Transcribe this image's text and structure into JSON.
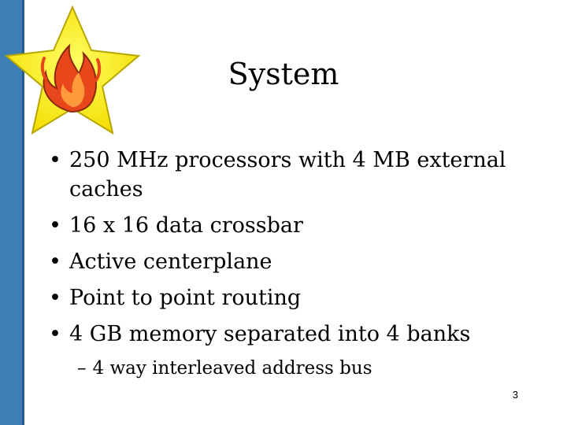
{
  "slide": {
    "title": "System",
    "bullets": [
      "250 MHz processors with 4 MB external caches",
      "16 x 16 data crossbar",
      "Active centerplane",
      "Point to point routing",
      "4 GB memory separated into 4 banks"
    ],
    "sub_bullets": [
      "4 way interleaved address bus"
    ],
    "sub_bullet_marker": "–",
    "page_number": "3"
  },
  "decoration": {
    "logo_icon": "star-fire-icon",
    "bar_color": "#3d7fb5",
    "star_color": "#ffee00",
    "flame_color": "#e8471c"
  }
}
